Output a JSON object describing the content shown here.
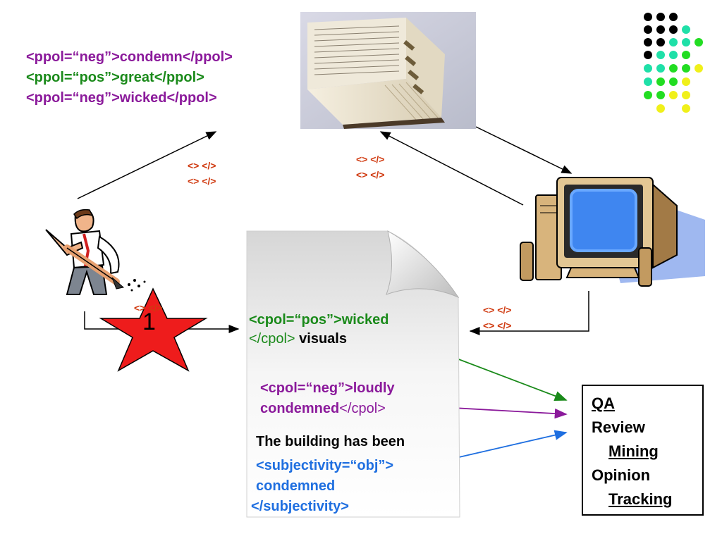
{
  "lexicon_tags": [
    {
      "text": "<ppol=“neg”>condemn</ppol>",
      "color": "#8b1a9b"
    },
    {
      "text": "<ppol=“pos”>great</ppol>",
      "color": "#1a8a1a"
    },
    {
      "text": "<ppol=“neg”>wicked</ppol>",
      "color": "#8b1a9b"
    }
  ],
  "tag_placeholders": {
    "left_1": "<> </>",
    "left_2": "<> </>",
    "center_1": "<> </>",
    "center_2": "<> </>",
    "right_1": "<> </>",
    "right_2": "<> </>",
    "star_1": "<> </>"
  },
  "star": {
    "label": "1",
    "color": "#ee1c1c"
  },
  "document": {
    "pos_tag_open": "<cpol=“pos”>wicked",
    "pos_tag_close": "</cpol>",
    "pos_word": " visuals",
    "neg_tag_open": "<cpol=“neg”>loudly",
    "neg_word": "condemned",
    "neg_tag_close": "</cpol>",
    "obj_sentence": "The building has been",
    "obj_tag_open": "<subjectivity=“obj”>",
    "obj_word": "condemned",
    "obj_tag_close": "</subjectivity>"
  },
  "applications": {
    "qa": "QA",
    "review": "Review",
    "mining": "Mining",
    "opinion": "Opinion",
    "tracking": "Tracking"
  },
  "colors": {
    "negative": "#8b1a9b",
    "positive": "#1a8a1a",
    "objective": "#1f6fe0",
    "placeholder": "#d03a10",
    "dot_black": "#000000",
    "dot_teal": "#1fe0a8",
    "dot_green": "#22dd22",
    "dot_yellow": "#f0f01a"
  }
}
